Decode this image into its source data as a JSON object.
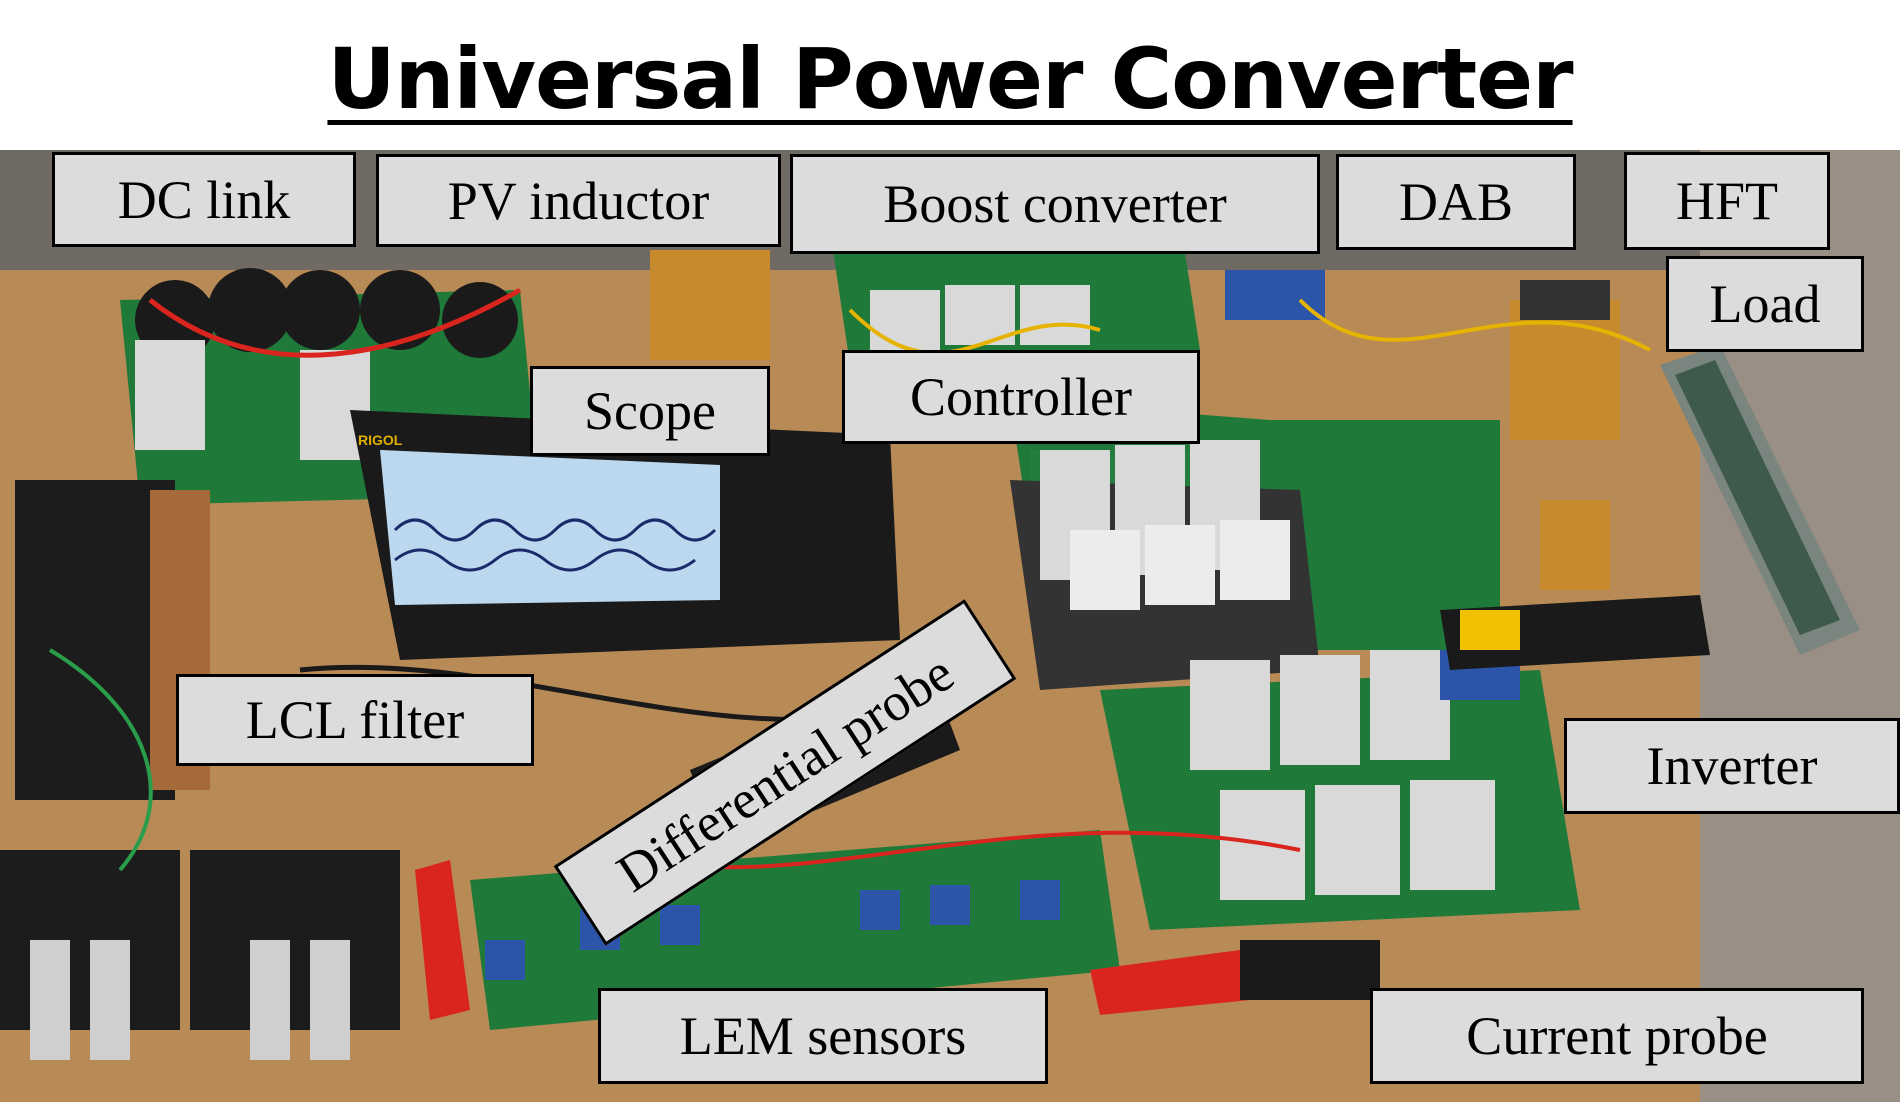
{
  "title": "Universal Power Converter",
  "labels": {
    "dc_link": "DC link",
    "pv_inductor": "PV inductor",
    "boost_converter": "Boost converter",
    "dab": "DAB",
    "hft": "HFT",
    "load": "Load",
    "scope": "Scope",
    "controller": "Controller",
    "differential_probe": "Differential probe",
    "lcl_filter": "LCL filter",
    "inverter": "Inverter",
    "lem_sensors": "LEM sensors",
    "current_probe": "Current probe"
  },
  "scope_brand": "RIGOL",
  "colors": {
    "label_bg": "#dcdcdc",
    "table": "#b88a56",
    "pcb": "#1f7a3a",
    "heatsink": "#d9d9d9",
    "probe_yellow": "#f2c200",
    "probe_red": "#d9251d",
    "screen": "#bcd8ee"
  }
}
